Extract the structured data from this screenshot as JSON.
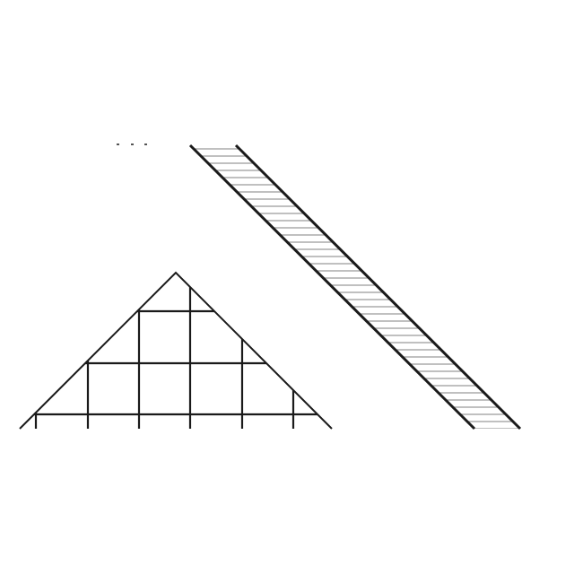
{
  "diagram": {
    "shapes": [
      {
        "kind": "triangle",
        "fill": "grid"
      },
      {
        "kind": "diagonal-band",
        "fill": "hatched"
      }
    ],
    "colors": {
      "background": "#ffffff",
      "line": "#1a1a1a",
      "hatch": "#9a9a9a"
    }
  }
}
